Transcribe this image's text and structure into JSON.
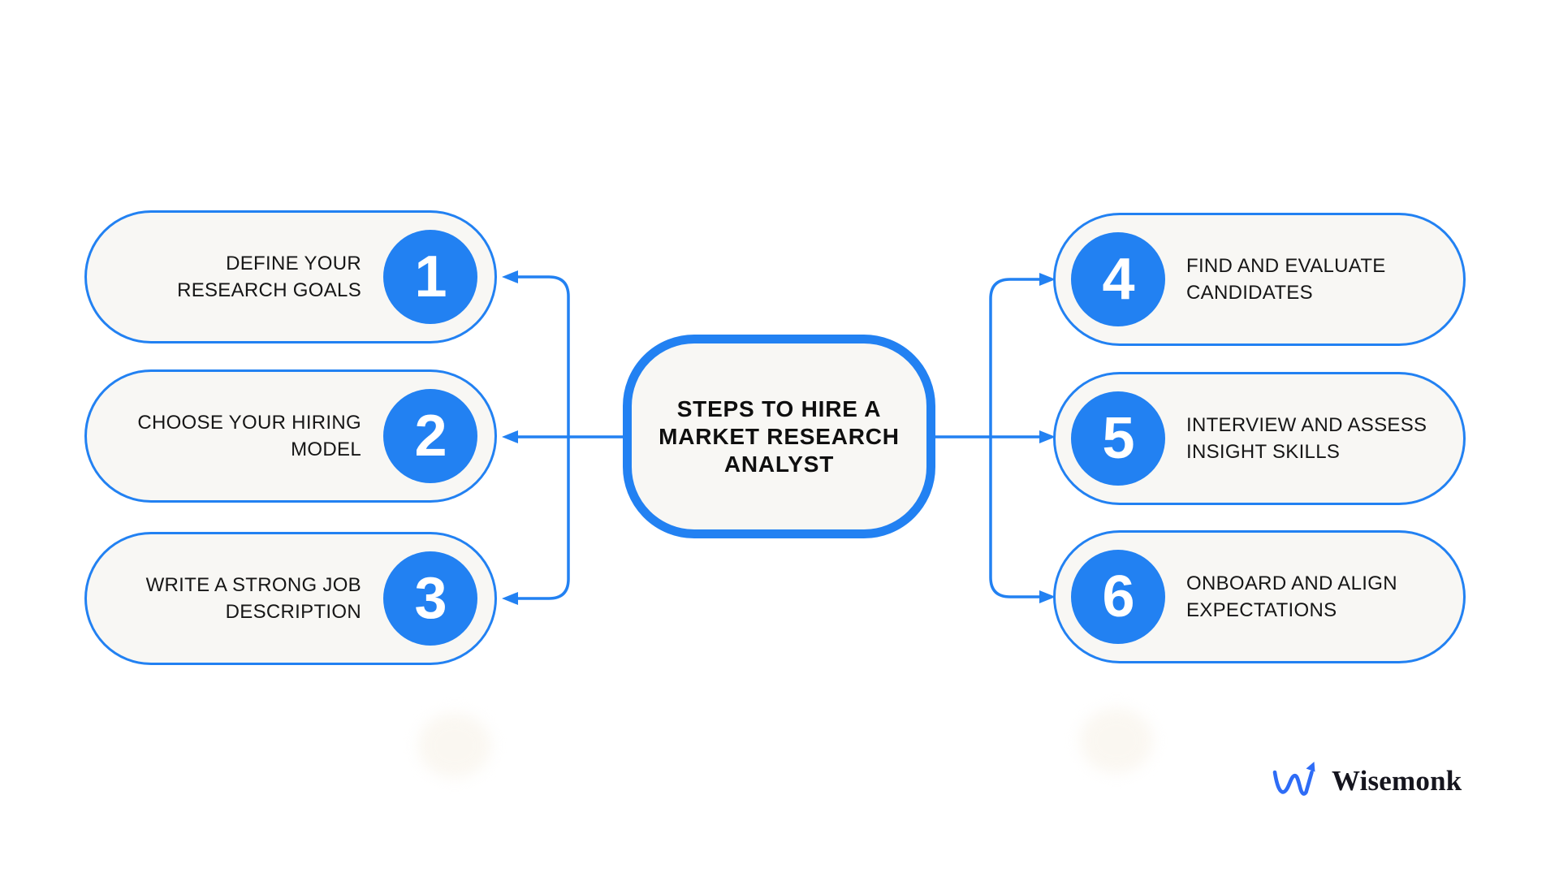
{
  "center": {
    "line1": "STEPS TO HIRE A",
    "line2": "MARKET RESEARCH",
    "line3": "ANALYST"
  },
  "steps": [
    {
      "number": "1",
      "line1": "DEFINE YOUR RESEARCH",
      "line2": "GOALS"
    },
    {
      "number": "2",
      "line1": "CHOOSE YOUR HIRING",
      "line2": "MODEL"
    },
    {
      "number": "3",
      "line1": "WRITE A STRONG JOB",
      "line2": "DESCRIPTION"
    },
    {
      "number": "4",
      "line1": "FIND AND EVALUATE",
      "line2": "CANDIDATES"
    },
    {
      "number": "5",
      "line1": "INTERVIEW AND ASSESS",
      "line2": "INSIGHT SKILLS"
    },
    {
      "number": "6",
      "line1": "ONBOARD AND ALIGN",
      "line2": "EXPECTATIONS"
    }
  ],
  "logo": {
    "text": "Wisemonk",
    "icon": "wave-arrow-up-icon"
  },
  "colors": {
    "accent_blue": "#2281F2",
    "pill_background": "#F8F7F4",
    "label_text": "#161616",
    "title_text": "#0F0F0F",
    "logo_blue": "#2E6CF6",
    "page_background": "#FFFFFF"
  }
}
